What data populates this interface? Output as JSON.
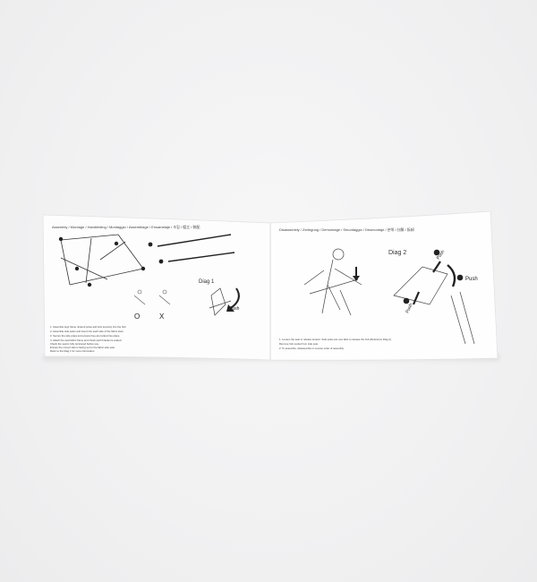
{
  "left_page": {
    "heading": "Assembly / Montage / Handleiding / Montaggio / Assemblage / Ensamblaje / 조립 / 組立 / 装配",
    "diag_label": "Diag 1",
    "push_label": "Push",
    "correct_mark": "O",
    "wrong_mark": "X",
    "notes": [
      "1. Assemble legs frame. Extend poles and lock securely into the hub.",
      "2. Assemble side poles and insert into each side of the fabric slots.",
      "3. Secure the side poles and ensure they are locked into place.",
      "4. Attach the seat fabric frame and check each bracket is seated.",
      "   Check the seat is fully tensioned before use.",
      "   Ensure the correct side is facing up for the fabric side pole.",
      "   Refer to the Diag 1 for more information."
    ]
  },
  "right_page": {
    "heading": "Disassembly / Zerlegung / Démontage / Smontaggio / Desmontaje / 분해 / 分解 / 拆卸",
    "diag_label": "Diag 2",
    "push_label_1": "Push",
    "push_label_2": "Push",
    "push_label_3": "Push",
    "notes": [
      "1. Loosen the seat to release tension. Side poles are now able to release the hub (Reference Diag 2).",
      "   Remove hub socket from side pole.",
      "2. To assemble, disassemble in reverse order of assembly."
    ]
  },
  "colors": {
    "paper": "#fefefe",
    "ink": "#222222",
    "background": "#f1f1f2"
  }
}
